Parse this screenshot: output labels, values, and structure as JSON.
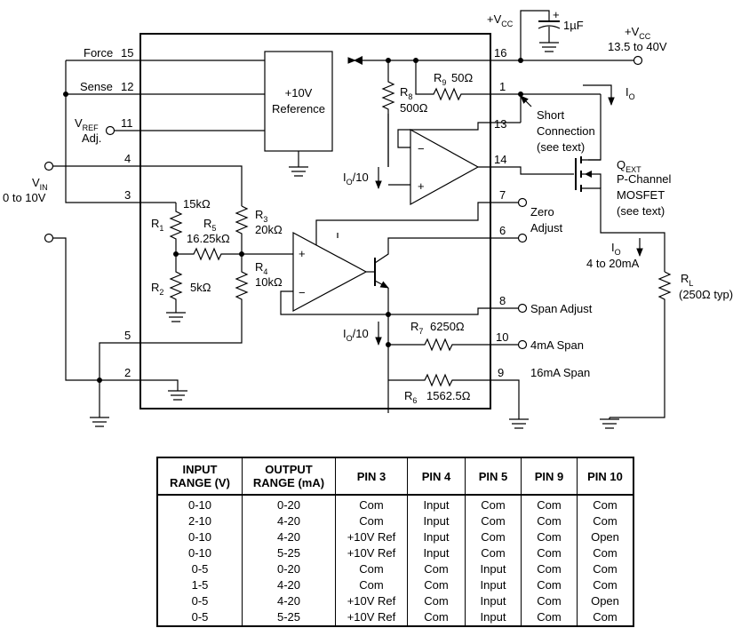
{
  "chip": {
    "ref_box": [
      "+10V",
      "Reference"
    ]
  },
  "pins": {
    "force": "Force",
    "force_num": "15",
    "sense": "Sense",
    "sense_num": "12",
    "vref_main": "V",
    "vref_sub": "REF",
    "vref_adj": "Adj.",
    "vref_num": "11",
    "vin_main": "V",
    "vin_sub": "IN",
    "vin_range": "0 to 10V",
    "p4": "4",
    "p3": "3",
    "p5": "5",
    "p2": "2",
    "p16": "16",
    "p1": "1",
    "p13": "13",
    "p14": "14",
    "p7": "7",
    "p6": "6",
    "p8": "8",
    "p10": "10",
    "p9": "9"
  },
  "components": {
    "r1": "R",
    "r1_sub": "1",
    "r1_val": "15kΩ",
    "r2": "R",
    "r2_sub": "2",
    "r2_val": "5kΩ",
    "r3": "R",
    "r3_sub": "3",
    "r3_val": "20kΩ",
    "r4": "R",
    "r4_sub": "4",
    "r4_val": "10kΩ",
    "r5": "R",
    "r5_sub": "5",
    "r5_val": "16.25kΩ",
    "r6": "R",
    "r6_sub": "6",
    "r6_val": "1562.5Ω",
    "r7": "R",
    "r7_sub": "7",
    "r7_val": "6250Ω",
    "r8": "R",
    "r8_sub": "8",
    "r8_val": "500Ω",
    "r9": "R",
    "r9_sub": "9",
    "r9_val": "50Ω",
    "rl": "R",
    "rl_sub": "L",
    "rl_val": "(250Ω typ)",
    "cap": "1µF",
    "cap_plus": "+"
  },
  "labels": {
    "vcc_top_main": "+V",
    "vcc_top_sub": "CC",
    "vcc_right_main": "+V",
    "vcc_right_sub": "CC",
    "vcc_range": "13.5 to 40V",
    "io": "I",
    "io_sub": "O",
    "io10_a": "I",
    "io10_a_sub": "O",
    "io10_a_tail": "/10",
    "io10_b": "I",
    "io10_b_sub": "O",
    "io10_b_tail": "/10",
    "io_out": "I",
    "io_out_sub": "O",
    "io_range": "4 to 20mA",
    "short": [
      "Short",
      "Connection",
      "(see text)"
    ],
    "qext": "Q",
    "qext_sub": "EXT",
    "mosfet": [
      "P-Channel",
      "MOSFET",
      "(see text)"
    ],
    "zero": [
      "Zero",
      "Adjust"
    ],
    "span_adj": "Span Adjust",
    "span4": "4mA Span",
    "span16": "16mA Span",
    "plus": "+",
    "minus": "−"
  },
  "table": {
    "headers": [
      [
        "INPUT",
        "RANGE (V)"
      ],
      [
        "OUTPUT",
        "RANGE (mA)"
      ],
      [
        "PIN 3"
      ],
      [
        "PIN 4"
      ],
      [
        "PIN 5"
      ],
      [
        "PIN 9"
      ],
      [
        "PIN 10"
      ]
    ],
    "rows": [
      [
        "0-10",
        "0-20",
        "Com",
        "Input",
        "Com",
        "Com",
        "Com"
      ],
      [
        "2-10",
        "4-20",
        "Com",
        "Input",
        "Com",
        "Com",
        "Com"
      ],
      [
        "0-10",
        "4-20",
        "+10V Ref",
        "Input",
        "Com",
        "Com",
        "Open"
      ],
      [
        "0-10",
        "5-25",
        "+10V Ref",
        "Input",
        "Com",
        "Com",
        "Com"
      ],
      [
        "0-5",
        "0-20",
        "Com",
        "Com",
        "Input",
        "Com",
        "Com"
      ],
      [
        "1-5",
        "4-20",
        "Com",
        "Com",
        "Input",
        "Com",
        "Com"
      ],
      [
        "0-5",
        "4-20",
        "+10V Ref",
        "Com",
        "Input",
        "Com",
        "Open"
      ],
      [
        "0-5",
        "5-25",
        "+10V Ref",
        "Com",
        "Input",
        "Com",
        "Com"
      ]
    ]
  }
}
